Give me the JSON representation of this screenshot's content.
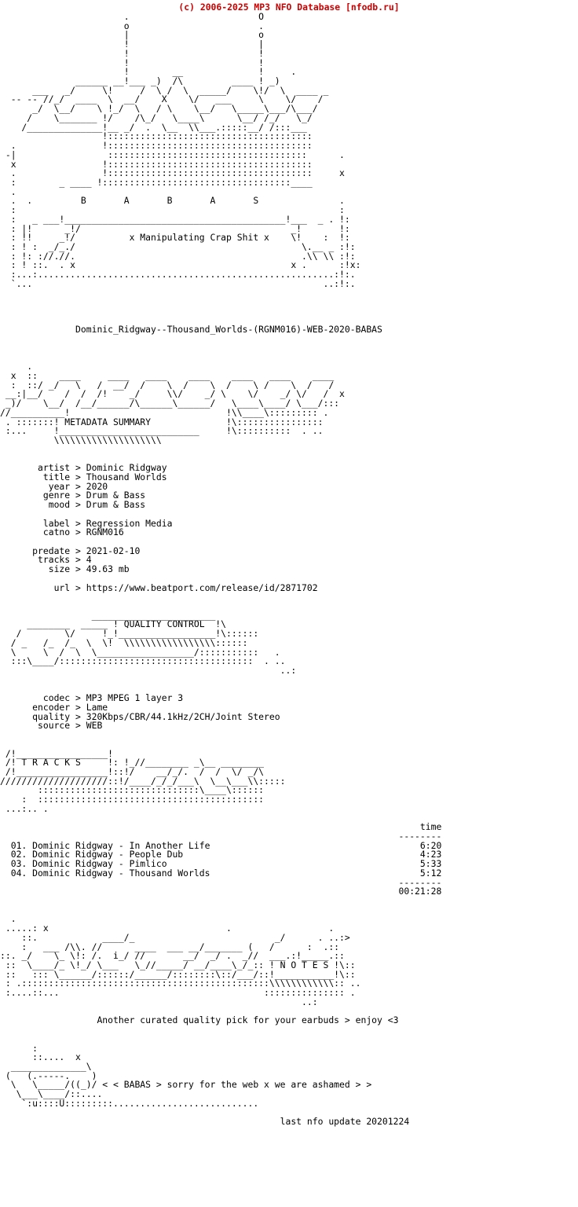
{
  "header": {
    "copyright": "(c) 2006-2025 MP3 NFO Database [nfodb.ru]",
    "copyright_color": "#cc0000"
  },
  "ascii": {
    "logo_tagline": "x Manipulating Crap Shit x",
    "group_letters": "B       A       B       A       S",
    "banner_metadata": "METADATA SUMMARY",
    "banner_quality": "QUALITY CONTROL",
    "banner_tracks": "T R A C K S",
    "banner_notes": "N O T E S"
  },
  "release": {
    "dirname": "Dominic_Ridgway--Thousand_Worlds-(RGNM016)-WEB-2020-BABAS"
  },
  "metadata": {
    "rows": [
      {
        "label": "artist",
        "sep": ">",
        "value": "Dominic Ridgway"
      },
      {
        "label": "title",
        "sep": ">",
        "value": "Thousand Worlds"
      },
      {
        "label": "year",
        "sep": ">",
        "value": "2020"
      },
      {
        "label": "genre",
        "sep": ">",
        "value": "Drum & Bass"
      },
      {
        "label": "mood",
        "sep": ">",
        "value": "Drum & Bass"
      }
    ],
    "rows2": [
      {
        "label": "label",
        "sep": ">",
        "value": "Regression Media"
      },
      {
        "label": "catno",
        "sep": ">",
        "value": "RGNM016"
      }
    ],
    "rows3": [
      {
        "label": "predate",
        "sep": ">",
        "value": "2021-02-10"
      },
      {
        "label": "tracks",
        "sep": ">",
        "value": "4"
      },
      {
        "label": "size",
        "sep": ">",
        "value": "49.63 mb"
      }
    ],
    "url_row": {
      "label": "url",
      "sep": ">",
      "value": "https://www.beatport.com/release/id/2871702"
    }
  },
  "quality": {
    "rows": [
      {
        "label": "codec",
        "sep": ">",
        "value": "MP3 MPEG 1 layer 3"
      },
      {
        "label": "encoder",
        "sep": ">",
        "value": "Lame"
      },
      {
        "label": "quality",
        "sep": ">",
        "value": "320Kbps/CBR/44.1kHz/2CH/Joint Stereo"
      },
      {
        "label": "source",
        "sep": ">",
        "value": "WEB"
      }
    ]
  },
  "tracks": {
    "time_header": "time",
    "rule": "--------",
    "items": [
      {
        "num": "01.",
        "artist": "Dominic Ridgway",
        "dash": "-",
        "title": "In Another Life",
        "time": "6:20"
      },
      {
        "num": "02.",
        "artist": "Dominic Ridgway",
        "dash": "-",
        "title": "People Dub",
        "time": "4:23"
      },
      {
        "num": "03.",
        "artist": "Dominic Ridgway",
        "dash": "-",
        "title": "Pimlico",
        "time": "5:33"
      },
      {
        "num": "04.",
        "artist": "Dominic Ridgway",
        "dash": "-",
        "title": "Thousand Worlds",
        "time": "5:12"
      }
    ],
    "total": "00:21:28"
  },
  "notes": {
    "text": "Another curated quality pick for your earbuds > enjoy <3"
  },
  "footer": {
    "greets": "< < BABAS > sorry for the web x we are ashamed > >",
    "last_update": "last nfo update 20201224"
  },
  "art": {
    "head": [
      "                       .                        O",
      "                       o                        .",
      "                       |                        o",
      "                       !                        |",
      "                       !                        !",
      "                       !                        !",
      "                       !        __              !     .",
      "              ______ __!___ _)  /\\         ____ ! _)",
      "      ___   _/     \\!     /  \\ /  \\  _____/    \\!/  \\  ____ _",
      "  -- -- //_/  ____  \\  __/    X    \\/   ___     \\    \\/    /",
      "      _/  \\__/    \\ !_/  \\   / \\    \\__/   \\_____\\___/\\___/",
      "     /    \\_______ !/    /\\_/   \\____\\      \\__/ /_/   \\_/",
      "    /______________!__ _/  .  \\__  \\\\___.:::::__/ /:::___",
      "                   !::::::::::::::::::::::::::::::::::::::",
      "  .                !::::::::::::::::::::::::::::::::::::::",
      " -|                 :::::::::::::::::::::::::::::::::::::      .",
      "  x                !::::::::::::::::::::::::::::::::::::::",
      "  .                !::::::::::::::::::::::::::::::::::::::     x",
      "  :        _ ____ !:::::::::::::::::::::::::::::::::::____",
      "  .",
      "  .  .         B       A       B       A       S               .",
      "  :                                                            :",
      "  :   _ ___!_________________________________________!___  _ . !:",
      "  : |!      _!/                                       _!       !:",
      "  : !!     _!/          x Manipulating Crap Shit x    \\!    :  !:",
      "  : ! :  _/_./                                          \\.__ _ :!:",
      "  : !: ://.//.                                          .\\\\ \\\\ :!:",
      "  : ! ::.  . x                                        x .      :!x:",
      "  :...:.......................................................:!:.",
      "  `...                                                      ..:!:."
    ],
    "meta_banner": [
      "     .",
      "  x  ::    ____     ____   ____    ____    ____   ____    ____",
      "  :  ::/ _/   \\   /  __/  /    \\  /    \\  /    \\ /    \\  /   /",
      " __:|__/    /  /  /!    _/     \\\\/    _/ \\    \\/    _/ \\/   /  x",
      " _)/    \\__/  /__/______/\\______\\______/   \\____\\____/ \\___/:::",
      "//__________!                             !\\\\____\\::::::::: .",
      " . :::::::! METADATA SUMMARY              !\\::::::::::::::::",
      " :...     !__________________________     !\\::::::::::  . ..",
      "          \\\\\\\\\\\\\\\\\\\\\\\\\\\\\\\\\\\\\\\\"
    ],
    "qc_banner": [
      "                 _______________________",
      "     ________  _____ ! QUALITY CONTROL  !\\",
      "   /        \\/     !_!__________________!\\::::::",
      "  / _   /_  /_  \\  \\!  \\\\\\\\\\\\\\\\\\\\\\\\\\\\\\\\\\::::::",
      "  \\     \\  /  \\  \\__________________/:::::::::::   .",
      "  :::\\____/::::::::::::::::::::::::::::::::::::  . ..",
      "                                                    ..:"
    ],
    "tracks_banner": [
      " /!_________________!",
      " /! T R A C K S     !: !_//________ _\\__ ________",
      " /!_________________!::!/    __/_/.  /  /  \\/ _/\\",
      "////////////////////::!/____/_/_/___\\  \\__\\___\\\\:::::",
      "       ::::::::::::::::::::::::::::::\\____\\::::::",
      "    :  ::::::::::::::::::::::::::::::::::::::::::",
      " ...:.. ."
    ],
    "notes_banner": [
      "  .",
      " .....: x                                 .                  . ",
      "    ::.            ____/_                          _/      . ..:>",
      "    :   ___ /\\\\. //      ____  ___ __/_______ (   /      :  .::",
      "::. _/    \\_ \\!: /.  i_/ //       __/  _/ .  _//  ___.:!_____.::",
      " ::  \\____/_ \\!_/ \\___   \\_//_____/ __/____\\_/_:: ! N O T E S !\\::",
      " ::   ::: \\______/::::::/______/::::::::\\::/___/::!___________!\\::",
      " : .::::::::::::::::::::::::::::::::::::::::::::::\\\\\\\\\\\\\\\\\\\\\\\\:: ..",
      " :....::...                                      ::::::::::::::: .",
      "                                                        ..:"
    ],
    "footer_art": [
      "      :",
      "      ::....  x",
      "  ______________\\",
      " (   (.-----.    )",
      "  \\   \\_____/((_)/",
      "   \\___\\____/::....",
      "    `:u::::U:::::::::..........................."
    ]
  }
}
